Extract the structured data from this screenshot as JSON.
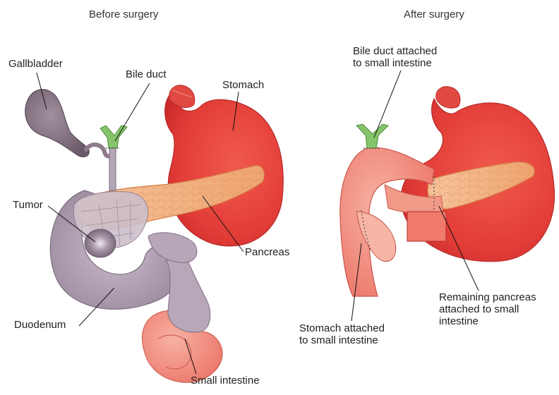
{
  "panels": {
    "before": {
      "title": "Before surgery"
    },
    "after": {
      "title": "After surgery"
    }
  },
  "labels": {
    "gallbladder": "Gallbladder",
    "bile_duct": "Bile duct",
    "stomach": "Stomach",
    "tumor": "Tumor",
    "pancreas": "Pancreas",
    "duodenum": "Duodenum",
    "small_intestine": "Small intestine",
    "bile_duct_attached_1": "Bile duct attached",
    "bile_duct_attached_2": "to small intestine",
    "remaining_pancreas_1": "Remaining pancreas",
    "remaining_pancreas_2": "attached to small",
    "remaining_pancreas_3": "intestine",
    "stomach_attached_1": "Stomach attached",
    "stomach_attached_2": "to small intestine"
  },
  "colors": {
    "stomach": "#e8433f",
    "stomach_light": "#f49a86",
    "gallbladder": "#8a7684",
    "duodenum": "#b3a2b5",
    "pancreas": "#f3b27e",
    "bile_duct": "#7fbf63",
    "tumor": "#8a7d8c",
    "leader": "#111111"
  }
}
